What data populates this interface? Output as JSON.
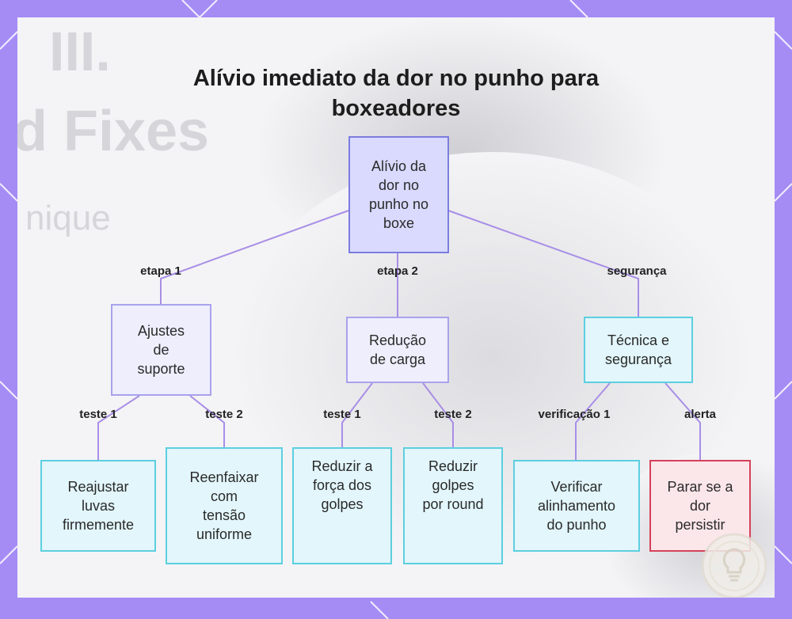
{
  "title_lines": [
    "Alívio imediato da dor no punho para",
    "boxeadores"
  ],
  "background_text": [
    "III.",
    "d Fixes",
    "nique"
  ],
  "nodes": {
    "root": [
      "Alívio da",
      "dor no",
      "punho no",
      "boxe"
    ],
    "ajustes": [
      "Ajustes",
      "de",
      "suporte"
    ],
    "reducao": [
      "Redução",
      "de carga"
    ],
    "tecnica": [
      "Técnica e",
      "segurança"
    ],
    "reajustar": [
      "Reajustar",
      "luvas",
      "firmemente"
    ],
    "reenfaixar": [
      "Reenfaixar",
      "com",
      "tensão",
      "uniforme"
    ],
    "forca": [
      "Reduzir a",
      "força dos",
      "golpes"
    ],
    "golpes": [
      "Reduzir",
      "golpes",
      "por round"
    ],
    "verificar": [
      "Verificar",
      "alinhamento",
      "do punho"
    ],
    "parar": [
      "Parar se a",
      "dor",
      "persistir"
    ]
  },
  "edge_labels": {
    "etapa1": "etapa 1",
    "etapa2": "etapa 2",
    "seguranca": "segurança",
    "teste1a": "teste 1",
    "teste2a": "teste 2",
    "teste1b": "teste 1",
    "teste2b": "teste 2",
    "verificacao1": "verificação 1",
    "alerta": "alerta"
  },
  "colors": {
    "frame": "#a58cf5",
    "edge": "#a88ee6",
    "root_fill": "#d9dafd",
    "cyan_border": "#5ccfe0",
    "alert_border": "#d6415a"
  }
}
